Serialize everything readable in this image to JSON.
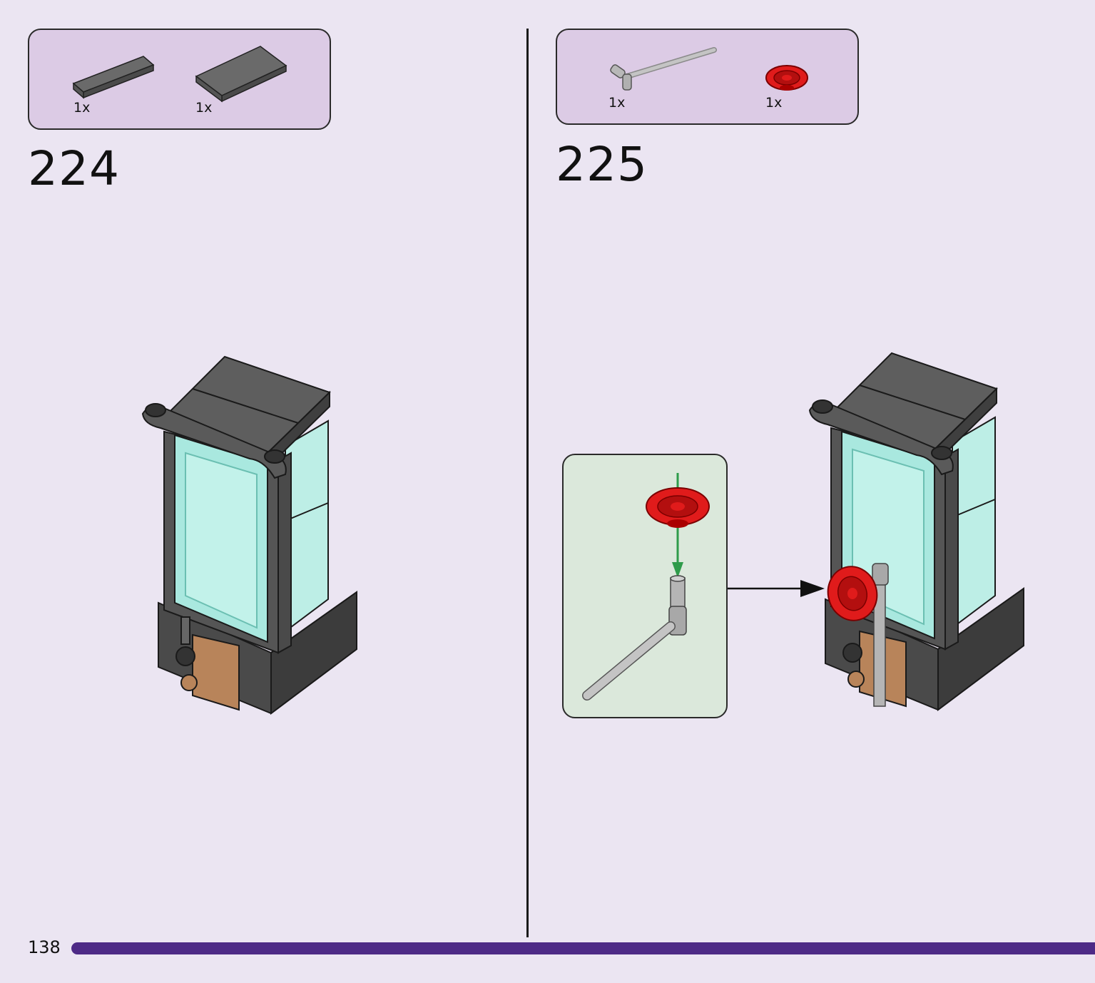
{
  "page": {
    "page_number": "138"
  },
  "steps": [
    {
      "number": "224",
      "parts": [
        {
          "qty": "1x",
          "icon": "dark-gray-tile-1x4-icon",
          "color": "#5a5a5a"
        },
        {
          "qty": "1x",
          "icon": "dark-gray-tile-2x4-icon",
          "color": "#5a5a5a"
        }
      ]
    },
    {
      "number": "225",
      "parts": [
        {
          "qty": "1x",
          "icon": "light-gray-bar-with-clip-icon",
          "color": "#b0b0b0"
        },
        {
          "qty": "1x",
          "icon": "red-valve-wheel-icon",
          "color": "#e01b1b"
        }
      ]
    }
  ],
  "colors": {
    "background": "#ebe5f2",
    "parts_box": "#dccbe5",
    "callout": "#dbe8db",
    "progress_bar": "#4d2a86",
    "dark_gray": "#5c5c5c",
    "trans_aqua": "#a9e8df",
    "red": "#e01b1b",
    "insert_arrow": "#2e9b4a"
  }
}
